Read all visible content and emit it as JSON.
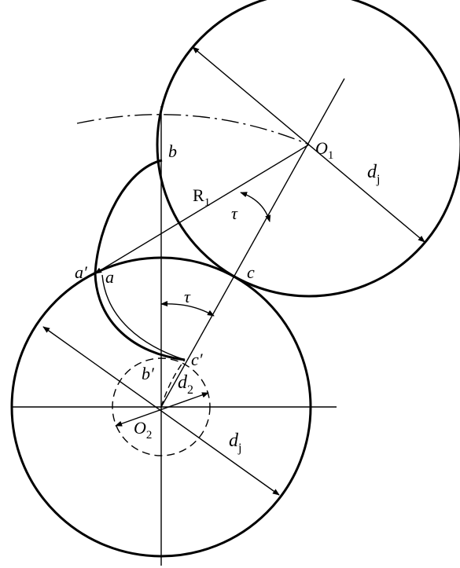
{
  "labels": {
    "b": "b",
    "O1": "O",
    "O1_sub": "1",
    "dj_top": "d",
    "dj_top_sub": "j",
    "R1": "R",
    "R1_sub": "1",
    "tau_upper": "τ",
    "a_prime": "a′",
    "a": "a",
    "c": "c",
    "tau_lower": "τ",
    "c_prime": "c′",
    "b_prime": "b′",
    "d2": "d",
    "d2_sub": "2",
    "O2": "O",
    "O2_sub": "2",
    "dj_bottom": "d",
    "dj_bottom_sub": "j"
  }
}
